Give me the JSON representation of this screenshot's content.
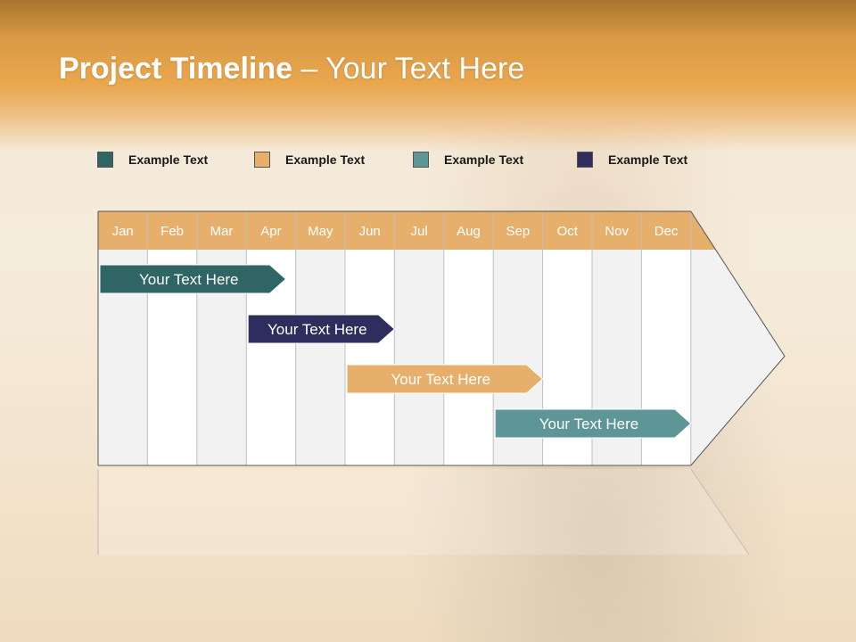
{
  "title": {
    "bold": "Project Timeline",
    "rest": " – Your Text Here"
  },
  "legend": [
    {
      "label": "Example Text",
      "color": "#2f6565"
    },
    {
      "label": "Example Text",
      "color": "#e6b06c"
    },
    {
      "label": "Example Text",
      "color": "#5e9597"
    },
    {
      "label": "Example Text",
      "color": "#2e2e5e"
    }
  ],
  "months": [
    "Jan",
    "Feb",
    "Mar",
    "Apr",
    "May",
    "Jun",
    "Jul",
    "Aug",
    "Sep",
    "Oct",
    "Nov",
    "Dec"
  ],
  "tasks": [
    {
      "label": "Your  Text Here",
      "start": 0,
      "end": 3.8,
      "color": "#2f6565"
    },
    {
      "label": "Your  Text Here",
      "start": 3,
      "end": 6,
      "color": "#2e2e5e"
    },
    {
      "label": "Your  Text Here",
      "start": 5,
      "end": 9,
      "color": "#e6b06c"
    },
    {
      "label": "Your  Text Here",
      "start": 8,
      "end": 12,
      "color": "#5e9597"
    }
  ],
  "colors": {
    "header_cell": "#e6b06c",
    "column_a": "#f2f2f2",
    "column_b": "#ffffff",
    "grid_line": "#bfbfbf"
  }
}
